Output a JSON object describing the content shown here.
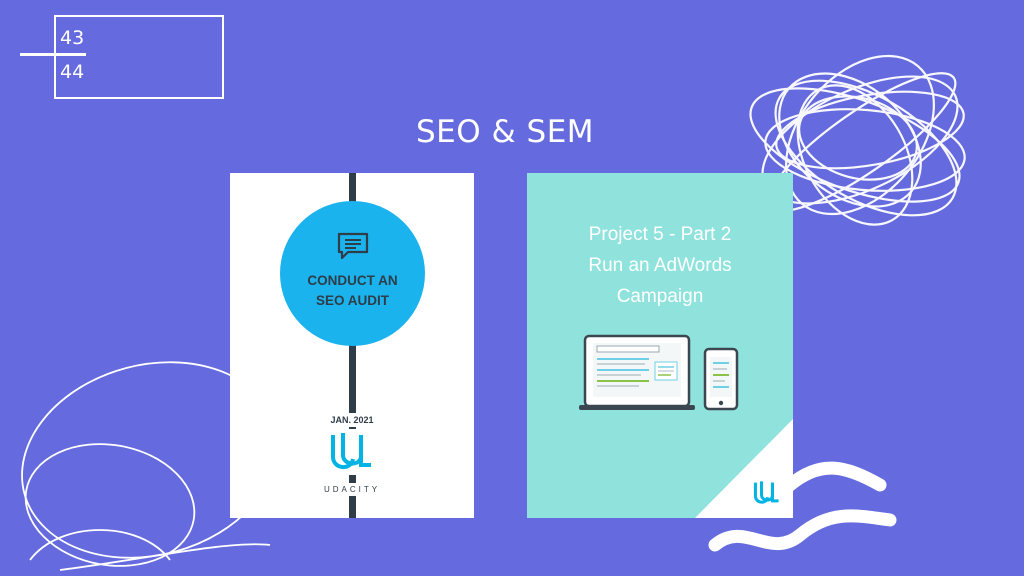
{
  "page_numbers": {
    "current": "43",
    "next": "44"
  },
  "title": "SEO & SEM",
  "left_card": {
    "heading_line1": "CONDUCT AN",
    "heading_line2": "SEO AUDIT",
    "date": "JAN. 2021",
    "brand": "UDACITY",
    "circle_color": "#1BB3EE",
    "bar_color": "#2E3D48"
  },
  "right_card": {
    "line1": "Project 5 - Part 2",
    "line2": "Run an AdWords",
    "line3": "Campaign",
    "background_color": "#8FE3DC"
  },
  "colors": {
    "background": "#656BDE",
    "udacity_blue": "#02B3E4"
  },
  "icons": [
    "chat-bubble-icon",
    "udacity-logo-icon",
    "laptop-icon",
    "phone-icon"
  ]
}
